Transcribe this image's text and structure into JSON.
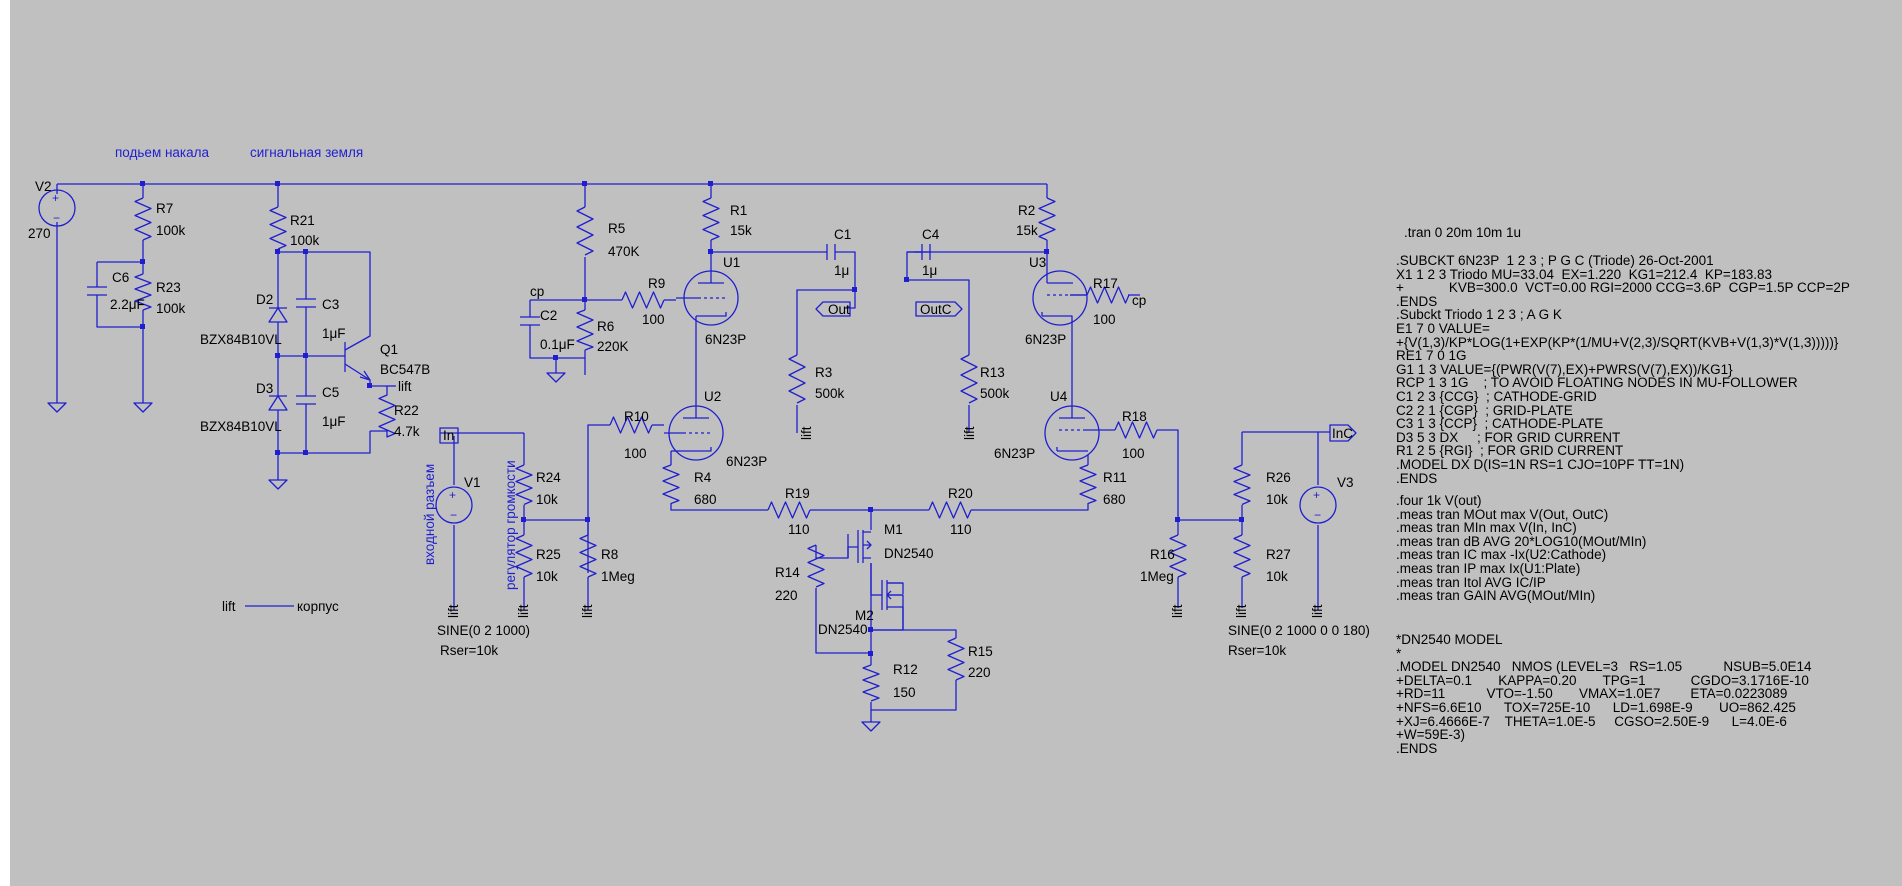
{
  "colors": {
    "background": "#c0c0c0",
    "wire": "#1f1fcf",
    "text": "#000000",
    "net_label": "#1f1fcf",
    "junction": "#1f1fcf"
  },
  "notes": {
    "heater_lift": "подьем накала",
    "signal_ground": "сигнальная земля",
    "input_jack": "входной разъем",
    "volume_control": "регулятор громкости"
  },
  "nets": {
    "lift": "lift",
    "corpus": "корпус",
    "cp": "cp",
    "in": "In",
    "inc": "InC",
    "out": "Out",
    "outc": "OutC"
  },
  "components": {
    "V2": {
      "name": "V2",
      "value": "270"
    },
    "R7": {
      "name": "R7",
      "value": "100k"
    },
    "C6": {
      "name": "C6",
      "value": "2.2μF"
    },
    "R23": {
      "name": "R23",
      "value": "100k"
    },
    "R21": {
      "name": "R21",
      "value": "100k"
    },
    "D2": {
      "name": "D2",
      "value": "BZX84B10VL"
    },
    "D3": {
      "name": "D3",
      "value": "BZX84B10VL"
    },
    "C3": {
      "name": "C3",
      "value": "1μF"
    },
    "C5": {
      "name": "C5",
      "value": "1μF"
    },
    "Q1": {
      "name": "Q1",
      "value": "BC547B"
    },
    "R22": {
      "name": "R22",
      "value": "4.7k"
    },
    "R5": {
      "name": "R5",
      "value": "470K"
    },
    "R6": {
      "name": "R6",
      "value": "220K"
    },
    "C2": {
      "name": "C2",
      "value": "0.1μF"
    },
    "R9": {
      "name": "R9",
      "value": "100"
    },
    "R1": {
      "name": "R1",
      "value": "15k"
    },
    "U1": {
      "name": "U1",
      "value": "6N23P"
    },
    "C1": {
      "name": "C1",
      "value": "1μ"
    },
    "R3": {
      "name": "R3",
      "value": "500k"
    },
    "U2": {
      "name": "U2",
      "value": "6N23P"
    },
    "R10": {
      "name": "R10",
      "value": "100"
    },
    "R4": {
      "name": "R4",
      "value": "680"
    },
    "R19": {
      "name": "R19",
      "value": "110"
    },
    "R20": {
      "name": "R20",
      "value": "110"
    },
    "M1": {
      "name": "M1",
      "value": "DN2540"
    },
    "M2": {
      "name": "M2",
      "value": "DN2540"
    },
    "R14": {
      "name": "R14",
      "value": "220"
    },
    "R12": {
      "name": "R12",
      "value": "150"
    },
    "R15": {
      "name": "R15",
      "value": "220"
    },
    "C4": {
      "name": "C4",
      "value": "1μ"
    },
    "R13": {
      "name": "R13",
      "value": "500k"
    },
    "R2": {
      "name": "R2",
      "value": "15k"
    },
    "U3": {
      "name": "U3",
      "value": "6N23P"
    },
    "R17": {
      "name": "R17",
      "value": "100"
    },
    "U4": {
      "name": "U4",
      "value": "6N23P"
    },
    "R18": {
      "name": "R18",
      "value": "100"
    },
    "R11": {
      "name": "R11",
      "value": "680"
    },
    "R16": {
      "name": "R16",
      "value": "1Meg"
    },
    "R26": {
      "name": "R26",
      "value": "10k"
    },
    "R27": {
      "name": "R27",
      "value": "10k"
    },
    "V3": {
      "name": "V3",
      "value": "SINE(0 2 1000 0 0 180)",
      "value2": "Rser=10k"
    },
    "V1": {
      "name": "V1",
      "value": "SINE(0 2 1000)",
      "value2": "Rser=10k"
    },
    "R24": {
      "name": "R24",
      "value": "10k"
    },
    "R25": {
      "name": "R25",
      "value": "10k"
    },
    "R8": {
      "name": "R8",
      "value": "1Meg"
    }
  },
  "spice": {
    "tran": ".tran 0 20m 10m 1u",
    "subckt": ".SUBCKT 6N23P  1 2 3 ; P G C (Triode) 26-Oct-2001\nX1 1 2 3 Triodo MU=33.04  EX=1.220  KG1=212.4  KP=183.83\n+            KVB=300.0  VCT=0.00 RGI=2000 CCG=3.6P  CGP=1.5P CCP=2P\n.ENDS\n.Subckt Triodo 1 2 3 ; A G K\nE1 7 0 VALUE=\n+{V(1,3)/KP*LOG(1+EXP(KP*(1/MU+V(2,3)/SQRT(KVB+V(1,3)*V(1,3)))))}\nRE1 7 0 1G\nG1 1 3 VALUE={(PWR(V(7),EX)+PWRS(V(7),EX))/KG1}\nRCP 1 3 1G    ; TO AVOID FLOATING NODES IN MU-FOLLOWER\nC1 2 3 {CCG}  ; CATHODE-GRID\nC2 2 1 {CGP}  ; GRID-PLATE\nC3 1 3 {CCP}  ; CATHODE-PLATE\nD3 5 3 DX     ; FOR GRID CURRENT\nR1 2 5 {RGI}  ; FOR GRID CURRENT\n.MODEL DX D(IS=1N RS=1 CJO=10PF TT=1N)\n.ENDS",
    "meas": ".four 1k V(out)\n.meas tran MOut max V(Out, OutC)\n.meas tran MIn max V(In, InC)\n.meas tran dB AVG 20*LOG10(MOut/MIn)\n.meas tran IC max -Ix(U2:Cathode)\n.meas tran IP max Ix(U1:Plate)\n.meas tran Itol AVG IC/IP\n.meas tran GAIN AVG(MOut/MIn)",
    "model": "*DN2540 MODEL\n*\n.MODEL DN2540   NMOS (LEVEL=3   RS=1.05           NSUB=5.0E14\n+DELTA=0.1       KAPPA=0.20       TPG=1            CGDO=3.1716E-10\n+RD=11           VTO=-1.50       VMAX=1.0E7        ETA=0.0223089\n+NFS=6.6E10      TOX=725E-10      LD=1.698E-9       UO=862.425\n+XJ=6.4666E-7    THETA=1.0E-5     CGSO=2.50E-9      L=4.0E-6\n+W=59E-3)\n.ENDS"
  }
}
